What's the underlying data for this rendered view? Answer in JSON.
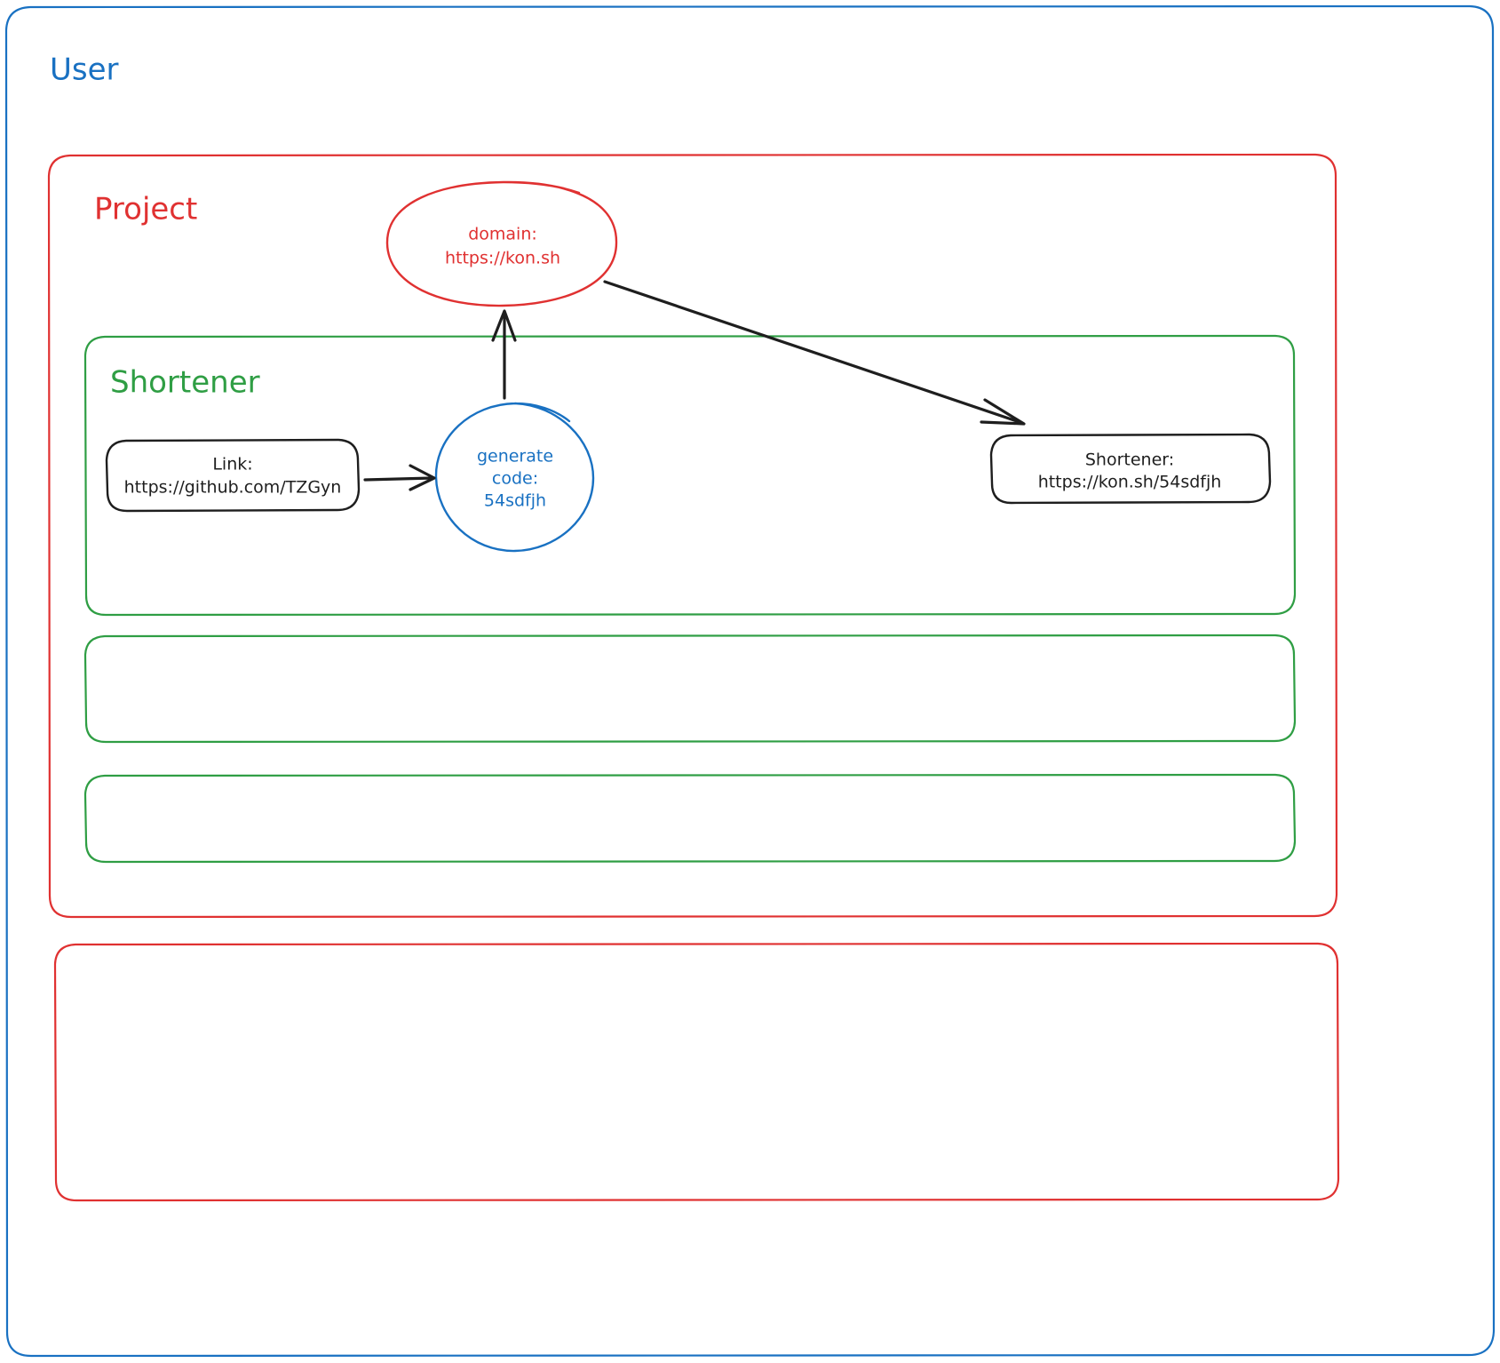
{
  "diagram": {
    "type": "architecture-sketch",
    "style": "hand-drawn",
    "background": "#ffffff",
    "colors": {
      "user_frame": "#1971c2",
      "project_frame": "#e03131",
      "shortener_frame": "#2f9e44",
      "node_black": "#1e1e1e",
      "arrow": "#1e1e1e"
    },
    "frames": [
      {
        "id": "user-frame",
        "label": "User",
        "color": "#1971c2"
      },
      {
        "id": "project-frame",
        "label": "Project",
        "color": "#e03131"
      },
      {
        "id": "shortener-frame",
        "label": "Shortener",
        "color": "#2f9e44"
      },
      {
        "id": "empty-group-frame-1",
        "label": "",
        "color": "#2f9e44"
      },
      {
        "id": "empty-group-frame-2",
        "label": "",
        "color": "#2f9e44"
      },
      {
        "id": "empty-project-frame-2",
        "label": "",
        "color": "#e03131"
      }
    ],
    "nodes": {
      "domain_ellipse": {
        "shape": "ellipse",
        "color": "#e03131",
        "line1": "domain:",
        "line2": "https://kon.sh"
      },
      "link_box": {
        "shape": "rounded-rect",
        "color": "#1e1e1e",
        "line1": "Link:",
        "line2": "https://github.com/TZGyn"
      },
      "generate_code_circle": {
        "shape": "circle",
        "color": "#1971c2",
        "line1": "generate",
        "line2": "code:",
        "line3": "54sdfjh"
      },
      "shortener_result_box": {
        "shape": "rounded-rect",
        "color": "#1e1e1e",
        "line1": "Shortener:",
        "line2": "https://kon.sh/54sdfjh"
      }
    },
    "arrows": [
      {
        "id": "link-to-generate",
        "from": "link_box",
        "to": "generate_code_circle",
        "direction": "right"
      },
      {
        "id": "generate-to-domain",
        "from": "generate_code_circle",
        "to": "domain_ellipse",
        "direction": "up"
      },
      {
        "id": "domain-to-shortener-result",
        "from": "domain_ellipse",
        "to": "shortener_result_box",
        "direction": "down-right"
      }
    ]
  }
}
